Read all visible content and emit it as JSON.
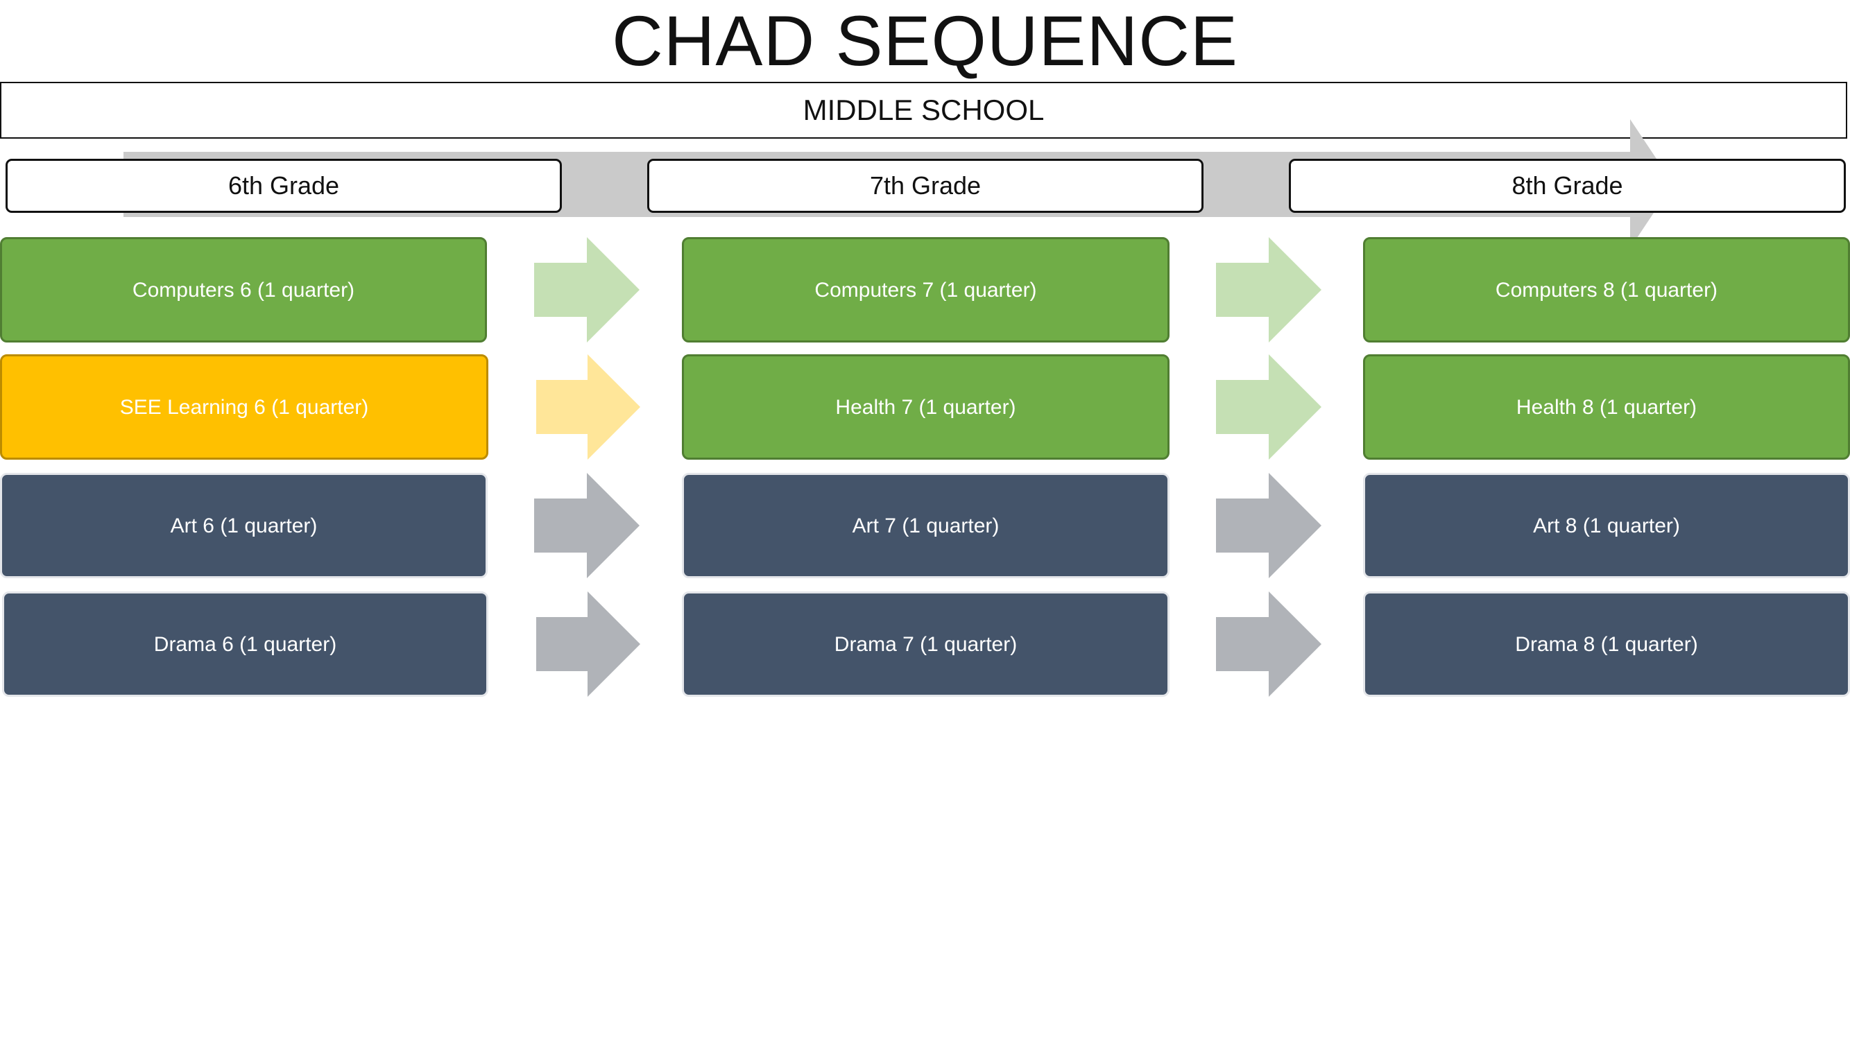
{
  "title": "CHAD SEQUENCE",
  "band": "MIDDLE SCHOOL",
  "grades": [
    "6th Grade",
    "7th Grade",
    "8th Grade"
  ],
  "colors": {
    "green": "#70ad47",
    "gold": "#ffc000",
    "navy": "#44546a",
    "green_arrow": "#c5e0b4",
    "gold_arrow": "#ffe699",
    "gray_arrow": "#b0b3b8",
    "big_arrow": "#cacaca"
  },
  "rows": [
    {
      "color": "green",
      "courses": [
        "Computers 6 (1 quarter)",
        "Computers 7 (1 quarter)",
        "Computers 8 (1 quarter)"
      ],
      "arrows": [
        "green_arrow",
        "green_arrow"
      ]
    },
    {
      "color": "mixed",
      "courses": [
        "SEE Learning 6 (1 quarter)",
        "Health 7 (1 quarter)",
        "Health 8 (1 quarter)"
      ],
      "arrows": [
        "gold_arrow",
        "green_arrow"
      ]
    },
    {
      "color": "navy",
      "courses": [
        "Art 6 (1 quarter)",
        "Art 7 (1 quarter)",
        "Art 8 (1 quarter)"
      ],
      "arrows": [
        "gray_arrow",
        "gray_arrow"
      ]
    },
    {
      "color": "navy",
      "courses": [
        "Drama 6 (1 quarter)",
        "Drama 7 (1 quarter)",
        "Drama 8 (1 quarter)"
      ],
      "arrows": [
        "gray_arrow",
        "gray_arrow"
      ]
    }
  ]
}
